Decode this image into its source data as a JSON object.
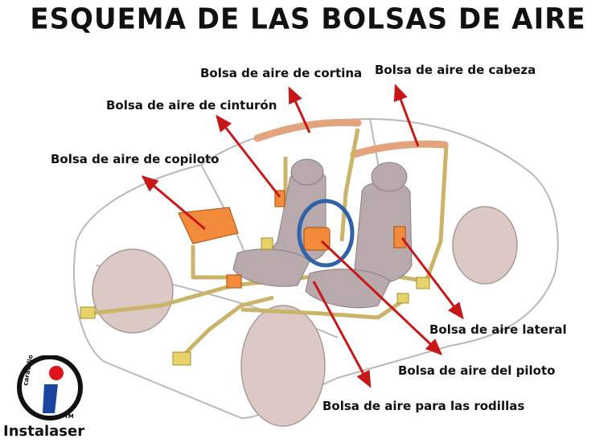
{
  "title": "ESQUEMA DE LAS BOLSAS DE AIRE",
  "labels": {
    "cortina": "Bolsa de aire de cortina",
    "cabeza": "Bolsa de aire de cabeza",
    "cinturon": "Bolsa de aire de cinturón",
    "copiloto": "Bolsa de aire de copiloto",
    "lateral": "Bolsa de aire lateral",
    "piloto": "Bolsa de aire del piloto",
    "rodillas": "Bolsa de aire para las rodillas"
  },
  "logo": {
    "small_text": "caraudio",
    "brand": "Instalaser",
    "tm": "TM"
  },
  "colors": {
    "airbag": "#f28c3c",
    "arrow": "#c61818",
    "wiring": "#c9b46a",
    "seat": "#b7a9ac",
    "wheel": "#dcc9c6"
  }
}
